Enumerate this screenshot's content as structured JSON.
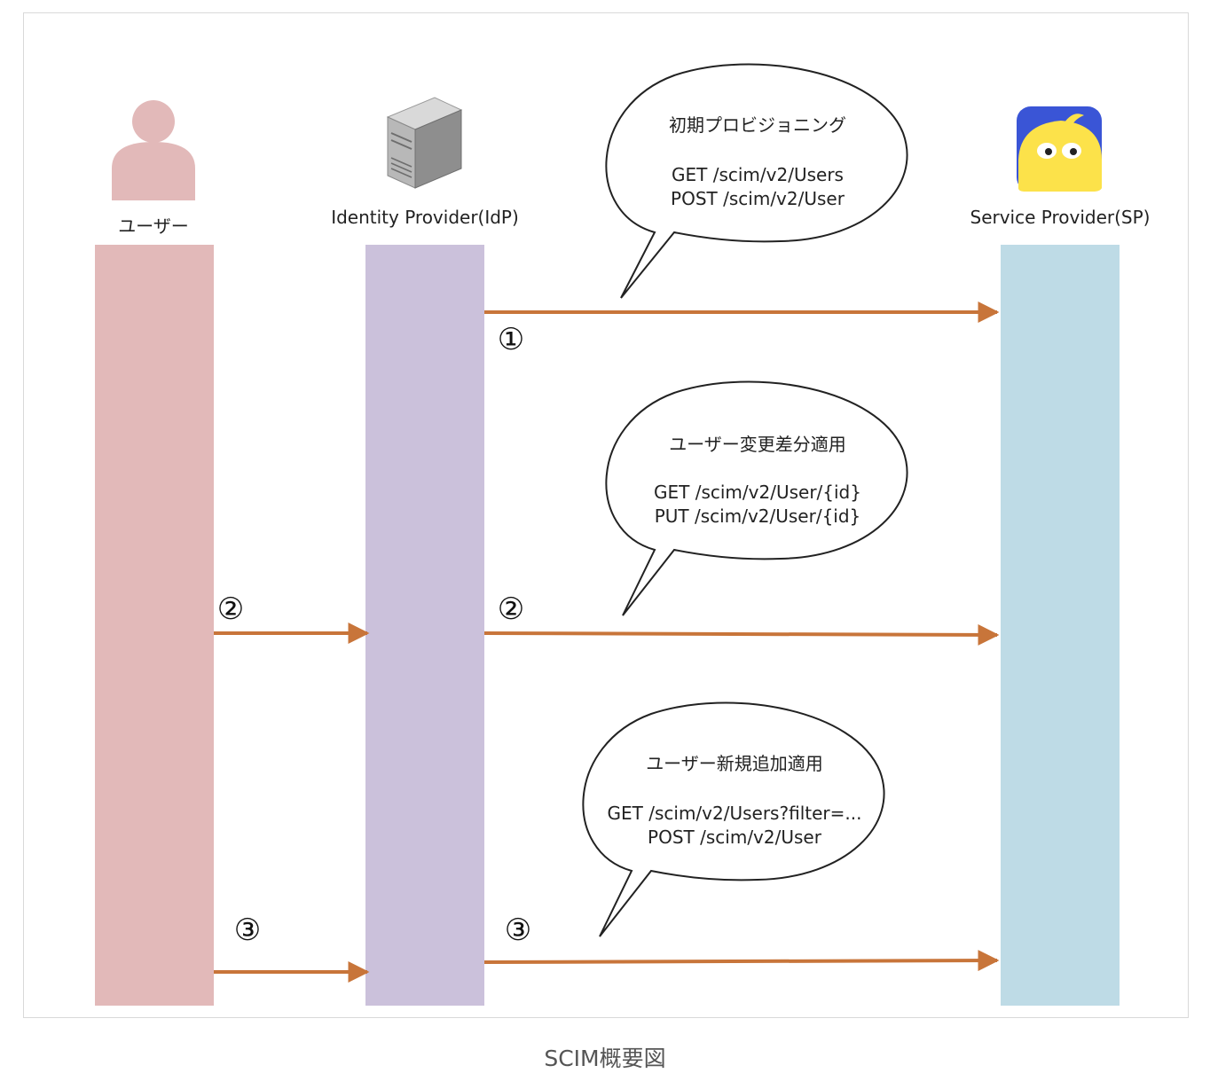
{
  "actors": {
    "user": {
      "label": "ユーザー",
      "color": "#e2b9b9"
    },
    "idp": {
      "label": "Identity Provider(IdP)",
      "color": "#cbc1db"
    },
    "sp": {
      "label": "Service Provider(SP)",
      "color": "#bedbe6"
    }
  },
  "arrow_color": "#c8753a",
  "bubbles": {
    "b1": {
      "title": "初期プロビジョニング",
      "line1": "GET /scim/v2/Users",
      "line2": "POST /scim/v2/User"
    },
    "b2": {
      "title": "ユーザー変更差分適用",
      "line1": "GET /scim/v2/User/{id}",
      "line2": "PUT /scim/v2/User/{id}"
    },
    "b3": {
      "title": "ユーザー新規追加適用",
      "line1": "GET /scim/v2/Users?filter=...",
      "line2": "POST /scim/v2/User"
    }
  },
  "steps": {
    "s1": "①",
    "s2a": "②",
    "s2b": "②",
    "s3a": "③",
    "s3b": "③"
  },
  "caption": "SCIM概要図"
}
